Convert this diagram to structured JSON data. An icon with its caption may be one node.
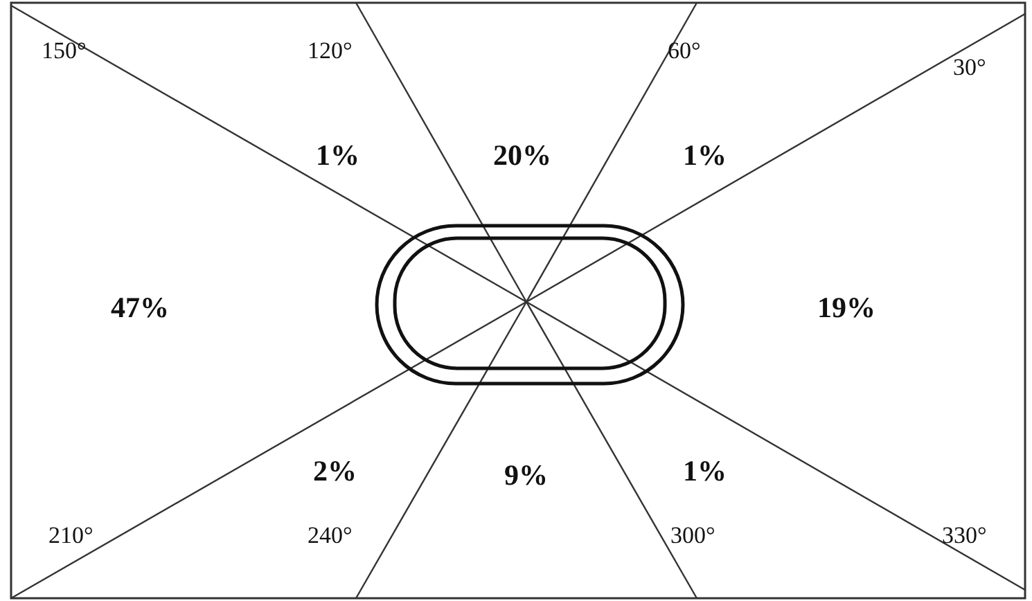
{
  "diagram": {
    "labels": [
      "150°",
      "120°",
      "60°",
      "30°",
      "1%",
      "20%",
      "1%",
      "47%",
      "19%",
      "2%",
      "9%",
      "1%",
      "210°",
      "240°",
      "300°",
      "330°"
    ]
  }
}
